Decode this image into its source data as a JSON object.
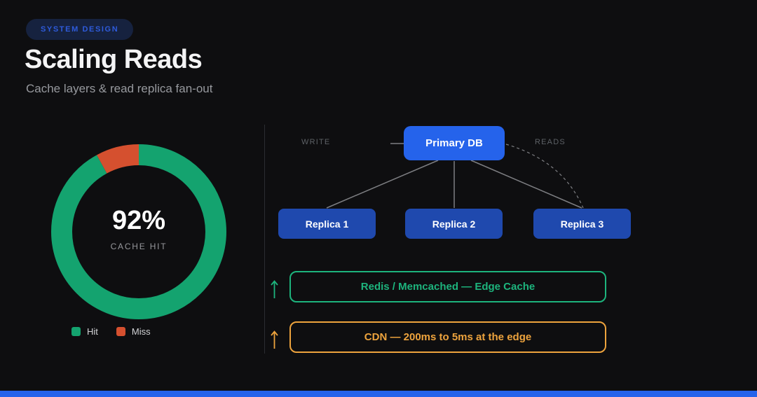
{
  "badge": {
    "label": "SYSTEM DESIGN"
  },
  "header": {
    "title": "Scaling Reads",
    "subtitle": "Cache layers & read replica fan-out"
  },
  "chart_data": {
    "type": "pie",
    "subtype": "donut",
    "center_value": "92%",
    "center_label": "CACHE HIT",
    "slices": [
      {
        "label": "Hit",
        "value": 92,
        "color": "#14a36f"
      },
      {
        "label": "Miss",
        "value": 8,
        "color": "#d5502f"
      }
    ],
    "legend_position": "bottom-left",
    "start_angle_deg": -90,
    "direction": "clockwise"
  },
  "diagram": {
    "write_label": "WRITE",
    "reads_label": "READS",
    "primary_node": {
      "label": "Primary DB",
      "color": "#2563eb"
    },
    "replicas": [
      {
        "label": "Replica 1"
      },
      {
        "label": "Replica 2"
      },
      {
        "label": "Replica 3"
      }
    ],
    "replica_color": "#1f49ae",
    "cache_layers": [
      {
        "label": "Redis / Memcached — Edge Cache",
        "color": "#1db47d"
      },
      {
        "label": "CDN — 200ms to 5ms at the edge",
        "color": "#eda33d"
      }
    ]
  },
  "colors": {
    "background": "#0e0e10",
    "accent_bar": "#2563eb",
    "connector": "#7d7e82"
  }
}
